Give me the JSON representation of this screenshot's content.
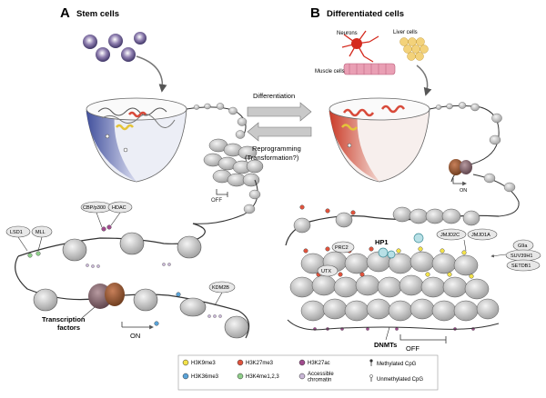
{
  "panel_a": {
    "letter": "A",
    "title": "Stem cells"
  },
  "panel_b": {
    "letter": "B",
    "title": "Differentiated cells"
  },
  "cell_types": {
    "neurons": "Neurons",
    "liver": "Liver cells",
    "muscle": "Muscle cells"
  },
  "arrows": {
    "forward": "Differentiation",
    "reverse_1": "Reprogramming",
    "reverse_2": "(Transformation?)"
  },
  "enzymes_a": {
    "lsd1": "LSD1",
    "mll": "MLL",
    "cbp": "CBP/p300",
    "hdac": "HDAC",
    "kdm2b": "KDM2B"
  },
  "enzymes_b": {
    "jmjd2c": "JMJD2C",
    "jmjd1a": "JMJD1A",
    "g9a": "G9a",
    "suv39h1": "SUV39H1",
    "setdb1": "SETDB1",
    "utx": "UTX",
    "prc2": "PRC2",
    "hp1": "HP1",
    "dnmts": "DNMTs"
  },
  "states": {
    "off": "OFF",
    "on": "ON"
  },
  "tf_label_1": "Transcription",
  "tf_label_2": "factors",
  "legend": {
    "items": [
      {
        "label": "H3K9me3",
        "color": "#f3e24a"
      },
      {
        "label": "H3K27me3",
        "color": "#e0533d"
      },
      {
        "label": "H3K27ac",
        "color": "#a14b8e"
      },
      {
        "label": "H3K36me3",
        "color": "#5aa3d8"
      },
      {
        "label": "H3K4me1,2,3",
        "color": "#8fcf8a"
      },
      {
        "label": "Accessible chromatin",
        "color": "#c9b7d6"
      }
    ],
    "cpg": {
      "methylated": "Methylated CpG",
      "unmethylated": "Unmethylated CpG"
    }
  }
}
